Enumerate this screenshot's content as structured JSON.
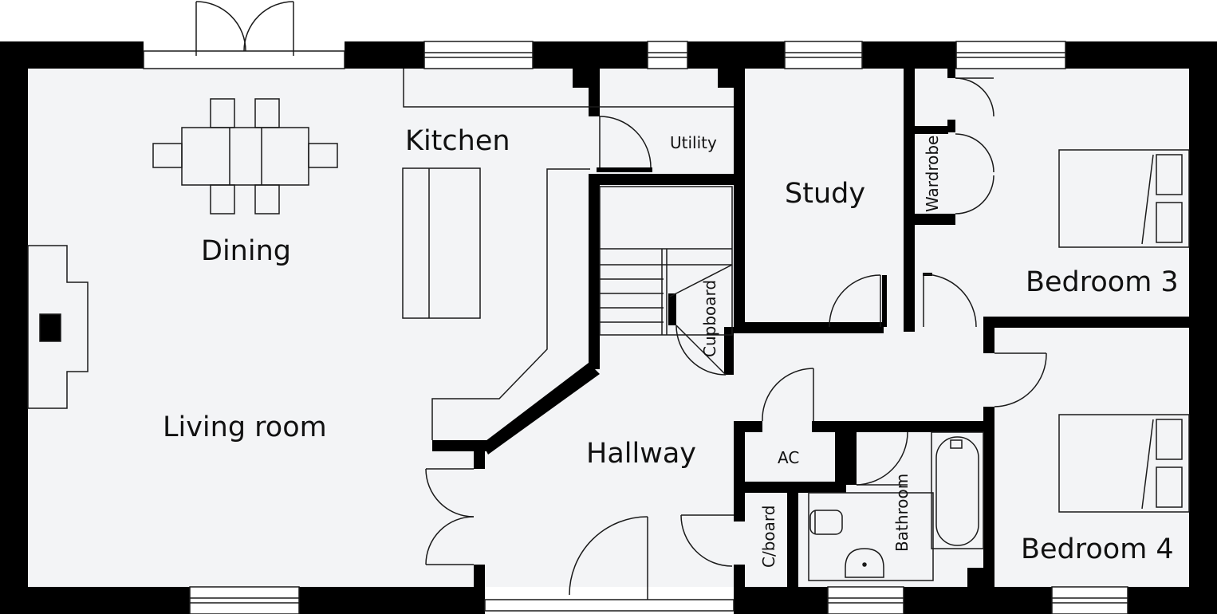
{
  "colors": {
    "wall": "#000000",
    "floor": "#f3f4f6",
    "line": "#1a1a1a",
    "background": "#ffffff"
  },
  "rooms": {
    "kitchen": "Kitchen",
    "utility": "Utility",
    "study": "Study",
    "wardrobe": "Wardrobe",
    "bedroom3": "Bedroom 3",
    "dining": "Dining",
    "cupboard": "Cupboard",
    "living": "Living room",
    "hallway": "Hallway",
    "ac": "AC",
    "bathroom": "Bathroom",
    "cboard": "C/board",
    "bedroom4": "Bedroom 4"
  }
}
